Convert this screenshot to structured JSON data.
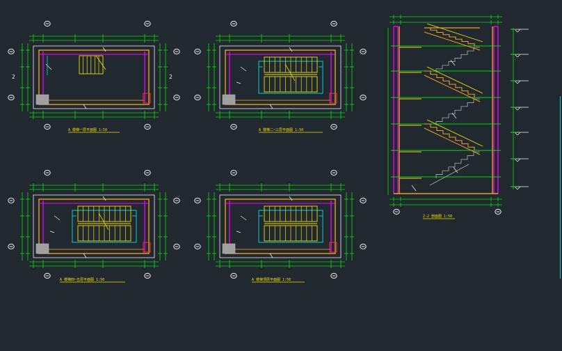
{
  "colors": {
    "background": "#212830",
    "wall": "#e8a020",
    "stair": "#f0e000",
    "dimension": "#00e000",
    "axis": "#ff00ff",
    "cyan": "#00e0e0",
    "red": "#ff3030",
    "white": "#f0f0f0",
    "grey": "#b0b0b0",
    "hatch": "#a0a0a0"
  },
  "labels": {
    "axis_grid_mark": "2",
    "plan_1_caption": "A 楼梯一层平面图 1:50",
    "plan_2_caption": "A 楼梯二~三层平面图 1:50",
    "plan_3_caption": "A 楼梯四~五层平面图 1:50",
    "plan_4_caption": "A 楼梯顶层平面图 1:50",
    "section_caption": "2-2 剖面图 1:50"
  }
}
